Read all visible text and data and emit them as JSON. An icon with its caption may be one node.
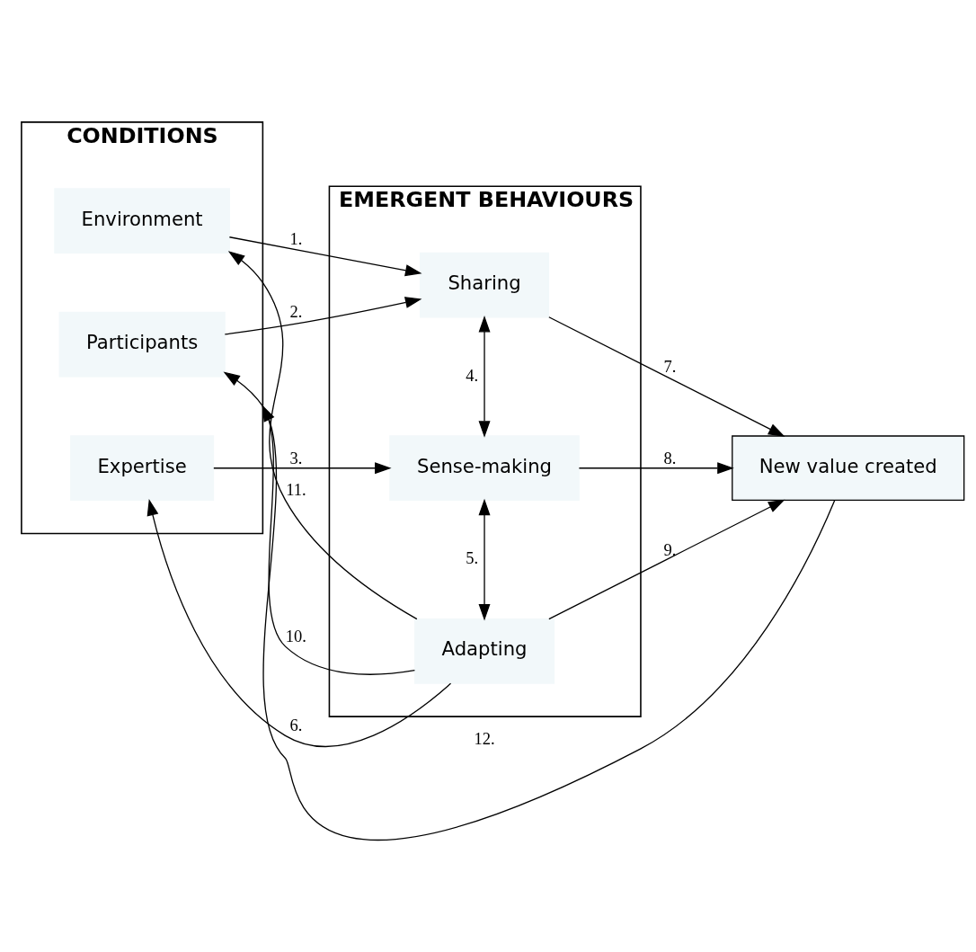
{
  "diagram": {
    "nodes": [
      {
        "text": [
          "CONDITIONS"
        ]
      },
      {
        "text": [
          "Environment"
        ],
        "in": 0
      },
      {
        "text": [
          "Participants"
        ],
        "in": 0
      },
      {
        "text": [
          "Expertise"
        ],
        "in": 0
      },
      {
        "text": [
          "EMERGENT BEHAVIOURS"
        ]
      },
      {
        "text": [
          "Sharing"
        ],
        "in": 4
      },
      {
        "text": [
          "Sense-making"
        ],
        "in": 4
      },
      {
        "text": [
          "Adapting"
        ],
        "in": 4
      },
      {
        "text": [
          "New value created"
        ]
      }
    ],
    "edges": [
      {
        "from": 1,
        "to": 5,
        "arrow": "to",
        "label": "1."
      },
      {
        "from": 2,
        "to": 5,
        "arrow": "to",
        "label": "2."
      },
      {
        "from": 3,
        "to": 6,
        "arrow": "to",
        "label": "3."
      },
      {
        "from": 5,
        "to": 6,
        "arrow": "both",
        "label": "4."
      },
      {
        "from": 6,
        "to": 7,
        "arrow": "both",
        "label": "5."
      },
      {
        "from": 7,
        "to": 3,
        "arrow": "to",
        "label": "6."
      },
      {
        "from": 5,
        "to": 8,
        "arrow": "to",
        "label": "7."
      },
      {
        "from": 6,
        "to": 8,
        "arrow": "to",
        "label": "8."
      },
      {
        "from": 7,
        "to": 8,
        "arrow": "to",
        "label": "9."
      },
      {
        "from": 7,
        "to": 2,
        "arrow": "to",
        "label": "10."
      },
      {
        "from": 7,
        "to": 1,
        "arrow": "to",
        "label": "11."
      },
      {
        "from": 8,
        "to": 0,
        "arrow": "to",
        "label": "12."
      }
    ]
  }
}
